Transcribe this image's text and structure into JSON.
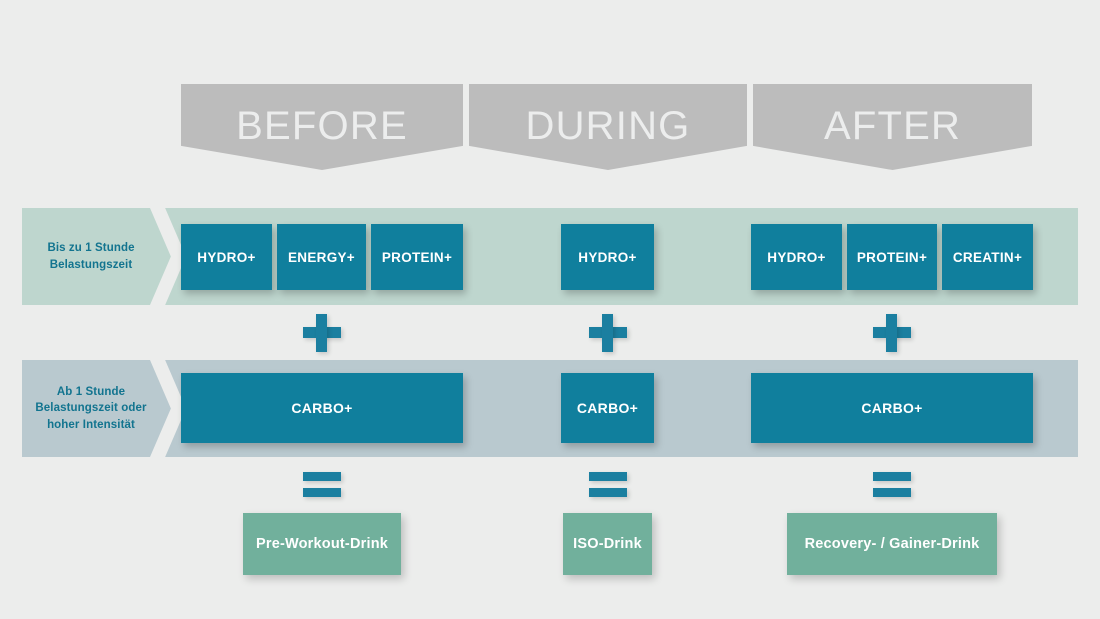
{
  "phases": [
    {
      "id": "before",
      "label": "BEFORE"
    },
    {
      "id": "during",
      "label": "DURING"
    },
    {
      "id": "after",
      "label": "AFTER"
    }
  ],
  "rows": [
    {
      "id": "row1",
      "label": "Bis zu 1 Stunde\nBelastungszeit",
      "label_lines": [
        "Bis zu 1 Stunde",
        "Belastungszeit"
      ],
      "band_color": "#bed6ce"
    },
    {
      "id": "row2",
      "label": "Ab 1 Stunde\nBelastungszeit oder\nhoher Intensität",
      "label_lines": [
        "Ab 1 Stunde",
        "Belastungszeit oder",
        "hoher Intensität"
      ],
      "band_color": "#b9c9cf"
    }
  ],
  "products": {
    "before_row1": [
      "HYDRO+",
      "ENERGY+",
      "PROTEIN+"
    ],
    "during_row1": [
      "HYDRO+"
    ],
    "after_row1": [
      "HYDRO+",
      "PROTEIN+",
      "CREATIN+"
    ],
    "before_row2": "CARBO+",
    "during_row2": "CARBO+",
    "after_row2": "CARBO+"
  },
  "operators": {
    "plus": "+",
    "equals": "="
  },
  "results": [
    {
      "id": "before",
      "label": "Pre-Workout-Drink"
    },
    {
      "id": "during",
      "label": "ISO-Drink"
    },
    {
      "id": "after",
      "label": "Recovery- / Gainer-Drink"
    }
  ],
  "colors": {
    "background": "#ecedec",
    "banner": "#bcbcbc",
    "banner_text": "#eceded",
    "chip": "#107f9d",
    "chip_text": "#ffffff",
    "row1_band": "#bed6ce",
    "row2_band": "#b9c9cf",
    "label_text": "#12748f",
    "operator": "#1b7fa0",
    "result": "#71b09c",
    "result_text": "#ffffff"
  }
}
